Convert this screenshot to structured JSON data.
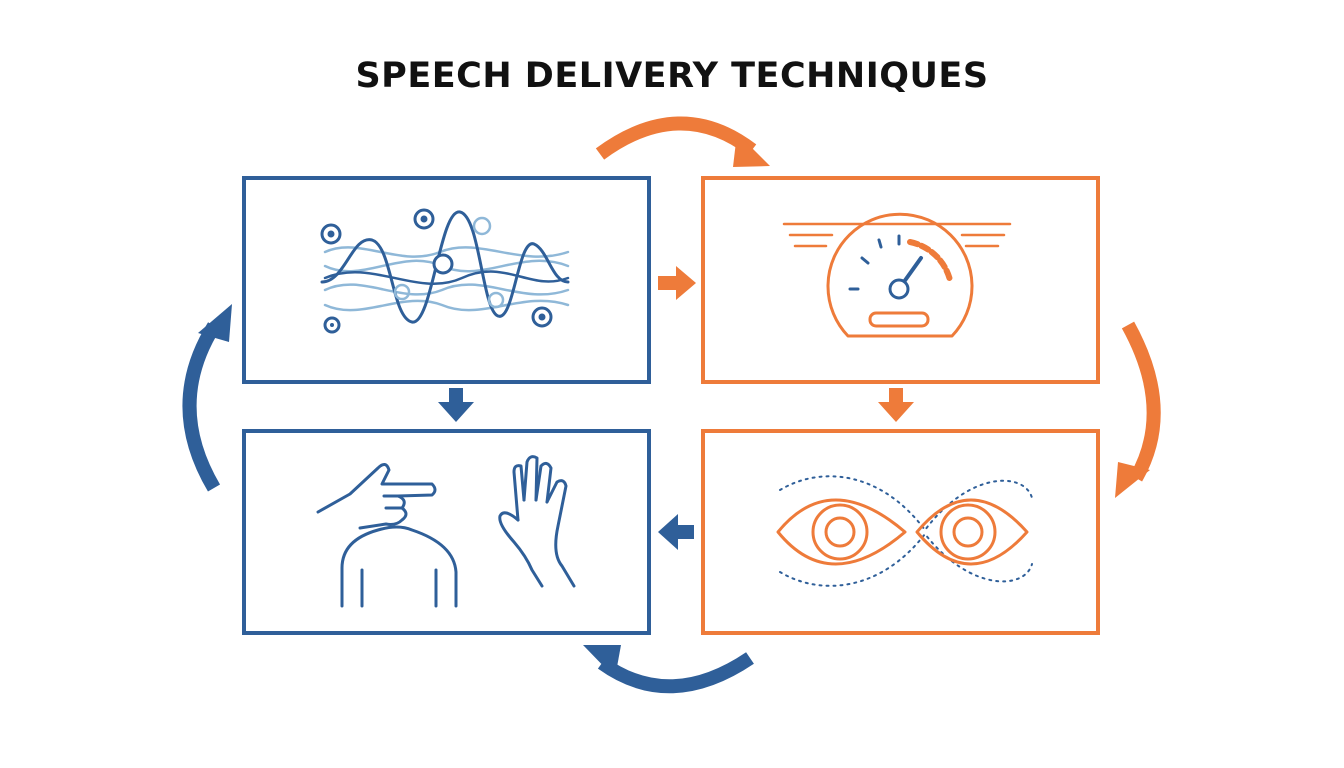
{
  "title": "SPEECH DELIVERY TECHNIQUES",
  "colors": {
    "blue": "#2f5f99",
    "light_blue": "#8fb8d8",
    "orange": "#ee7b3a",
    "text": "#111111",
    "background": "#ffffff"
  },
  "panels": [
    {
      "position": "top-left",
      "icon": "voice-wave-icon",
      "color": "blue"
    },
    {
      "position": "top-right",
      "icon": "speedometer-icon",
      "color": "orange"
    },
    {
      "position": "bottom-right",
      "icon": "eyes-icon",
      "color": "orange"
    },
    {
      "position": "bottom-left",
      "icon": "gesture-hands-icon",
      "color": "blue"
    }
  ],
  "connectors": [
    {
      "from": "top-left",
      "to": "top-right",
      "icon": "arrow-right-icon",
      "color": "orange"
    },
    {
      "from": "top-right",
      "to": "bottom-right",
      "icon": "arrow-down-icon",
      "color": "orange"
    },
    {
      "from": "bottom-right",
      "to": "bottom-left",
      "icon": "arrow-left-icon",
      "color": "blue"
    },
    {
      "from": "top-left",
      "to": "bottom-left",
      "icon": "arrow-down-icon",
      "color": "blue"
    }
  ],
  "cycle_arrows": [
    {
      "position": "top",
      "icon": "curved-arrow-icon",
      "color": "orange"
    },
    {
      "position": "right",
      "icon": "curved-arrow-icon",
      "color": "orange"
    },
    {
      "position": "bottom",
      "icon": "curved-arrow-icon",
      "color": "blue"
    },
    {
      "position": "left",
      "icon": "curved-arrow-icon",
      "color": "blue"
    }
  ]
}
